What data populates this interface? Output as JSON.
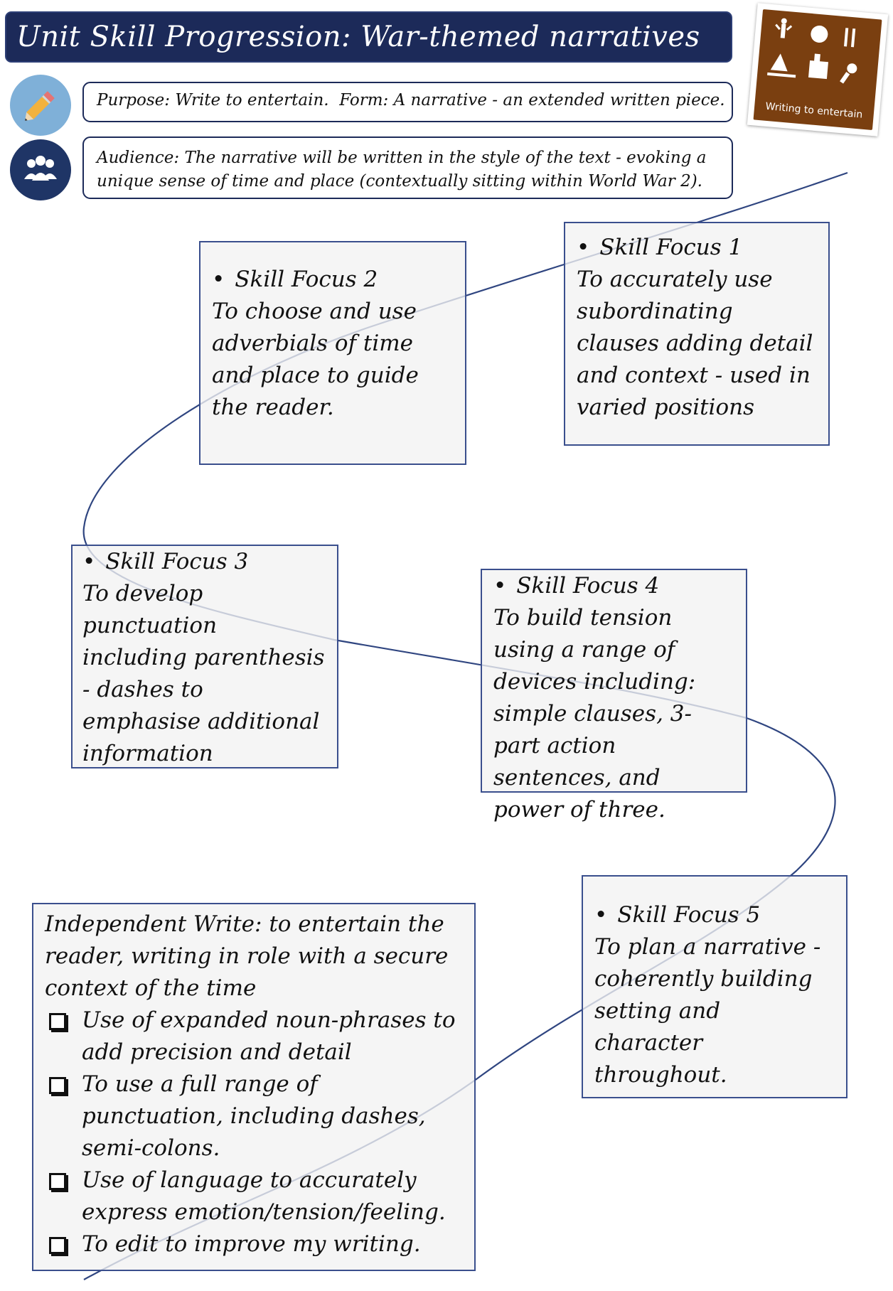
{
  "header": {
    "title": "Unit Skill Progression: War-themed narratives"
  },
  "purpose": {
    "purpose_label": "Purpose:",
    "purpose_text": "Write to entertain.",
    "form_label": "Form:",
    "form_text": "A narrative - an extended written piece."
  },
  "audience": {
    "label": "Audience:",
    "text": "The narrative will be written in the style of the text - evoking a unique sense of time and place (contextually sitting within World War 2)."
  },
  "badge": {
    "label": "Writing to entertain"
  },
  "skills": [
    {
      "heading": "Skill Focus 1",
      "text": "To accurately use subordinating clauses adding detail and context - used in varied positions"
    },
    {
      "heading": "Skill Focus 2",
      "text": "To choose and use adverbials of time and place to guide the reader."
    },
    {
      "heading": "Skill Focus 3",
      "text": "To develop punctuation including parenthesis - dashes to emphasise additional information"
    },
    {
      "heading": "Skill Focus 4",
      "text": "To build tension using a range of devices including: simple clauses, 3-part action sentences, and power of three."
    },
    {
      "heading": "Skill Focus 5",
      "text": "To plan a narrative - coherently building setting and character throughout."
    }
  ],
  "independent_write": {
    "heading": "Independent Write: to entertain the reader, writing in role with a secure context of the time",
    "items": [
      "Use of expanded noun-phrases to add precision and detail",
      "To use a full range of punctuation, including dashes, semi-colons.",
      "Use of language to accurately express emotion/tension/feeling.",
      "To edit to improve my writing."
    ]
  },
  "colors": {
    "title_bar": "#1c2a59",
    "card_border": "#3a4f8d",
    "badge_brown": "#7a3f10",
    "pencil_circle": "#7fb0d8",
    "people_circle": "#1f3566"
  },
  "icons": [
    "pencil-icon",
    "people-icon",
    "activity-pictogram-icon"
  ]
}
